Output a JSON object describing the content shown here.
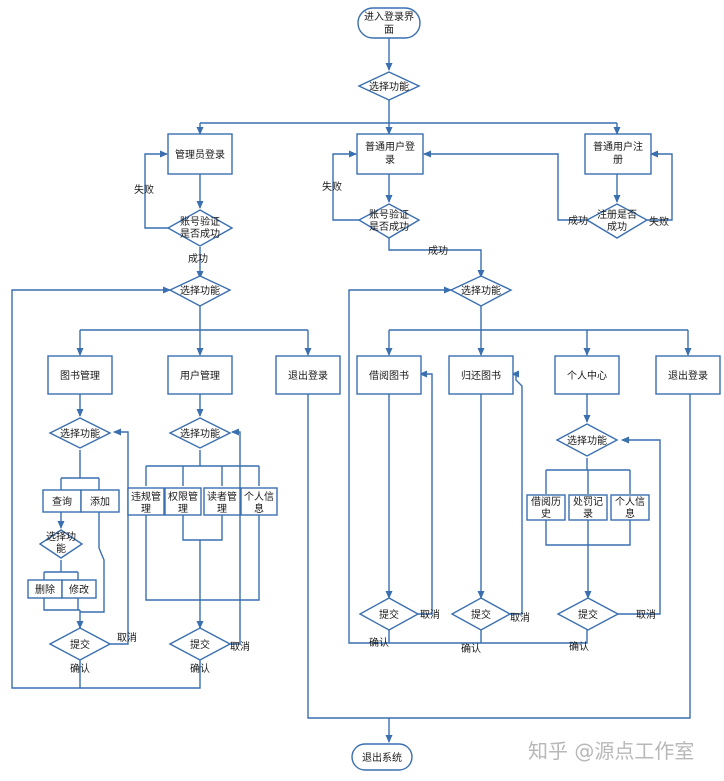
{
  "nodes": {
    "start": [
      "进入登录界",
      "面"
    ],
    "choose_top": [
      "选择功能"
    ],
    "admin_login": [
      "管理员登录"
    ],
    "user_login": [
      "普通用户登",
      "录"
    ],
    "register": [
      "普通用户注",
      "册"
    ],
    "admin_verify": [
      "账号验证",
      "是否成功"
    ],
    "user_verify": [
      "账号验证",
      "是否成功"
    ],
    "register_ok": [
      "注册是否",
      "成功"
    ],
    "admin_choose": [
      "选择功能"
    ],
    "user_choose": [
      "选择功能"
    ],
    "book_mgmt": [
      "图书管理"
    ],
    "user_mgmt": [
      "用户管理"
    ],
    "admin_exit": [
      "退出登录"
    ],
    "borrow": [
      "借阅图书"
    ],
    "return_book": [
      "归还图书"
    ],
    "personal": [
      "个人中心"
    ],
    "user_exit": [
      "退出登录"
    ],
    "book_choose": [
      "选择功能"
    ],
    "umgmt_choose": [
      "选择功能"
    ],
    "personal_choose": [
      "选择功能"
    ],
    "query": [
      "查询"
    ],
    "add": [
      "添加"
    ],
    "choose_sub": [
      "选择功",
      "能"
    ],
    "delete": [
      "删除"
    ],
    "modify": [
      "修改"
    ],
    "violation": [
      "违规管",
      "理"
    ],
    "permission": [
      "权限管",
      "理"
    ],
    "reader": [
      "读者管",
      "理"
    ],
    "profile": [
      "个人信",
      "息"
    ],
    "borrow_hist": [
      "借阅历",
      "史"
    ],
    "penalty": [
      "处罚记",
      "录"
    ],
    "personal_info": [
      "个人信",
      "息"
    ],
    "submit_book": [
      "提交"
    ],
    "submit_umgmt": [
      "提交"
    ],
    "submit_borrow": [
      "提交"
    ],
    "submit_return": [
      "提交"
    ],
    "submit_personal": [
      "提交"
    ],
    "exit_system": [
      "退出系统"
    ]
  },
  "edge_labels": {
    "fail_admin": "失败",
    "fail_user": "失败",
    "success_admin": "成功",
    "success_user": "成功",
    "success_register": "成功",
    "fail_register": "失败",
    "cancel_book": "取消",
    "confirm_book": "确认",
    "cancel_umgmt": "取消",
    "confirm_umgmt": "确认",
    "cancel_borrow": "取消",
    "confirm_borrow": "确认",
    "cancel_return": "取消",
    "confirm_return": "确认",
    "cancel_personal": "取消",
    "confirm_personal": "确认"
  },
  "watermark": "知乎 @源点工作室",
  "colors": {
    "line": "#3a6fb0",
    "text": "#1a1a1a",
    "watermark": "#b8b8b8"
  }
}
